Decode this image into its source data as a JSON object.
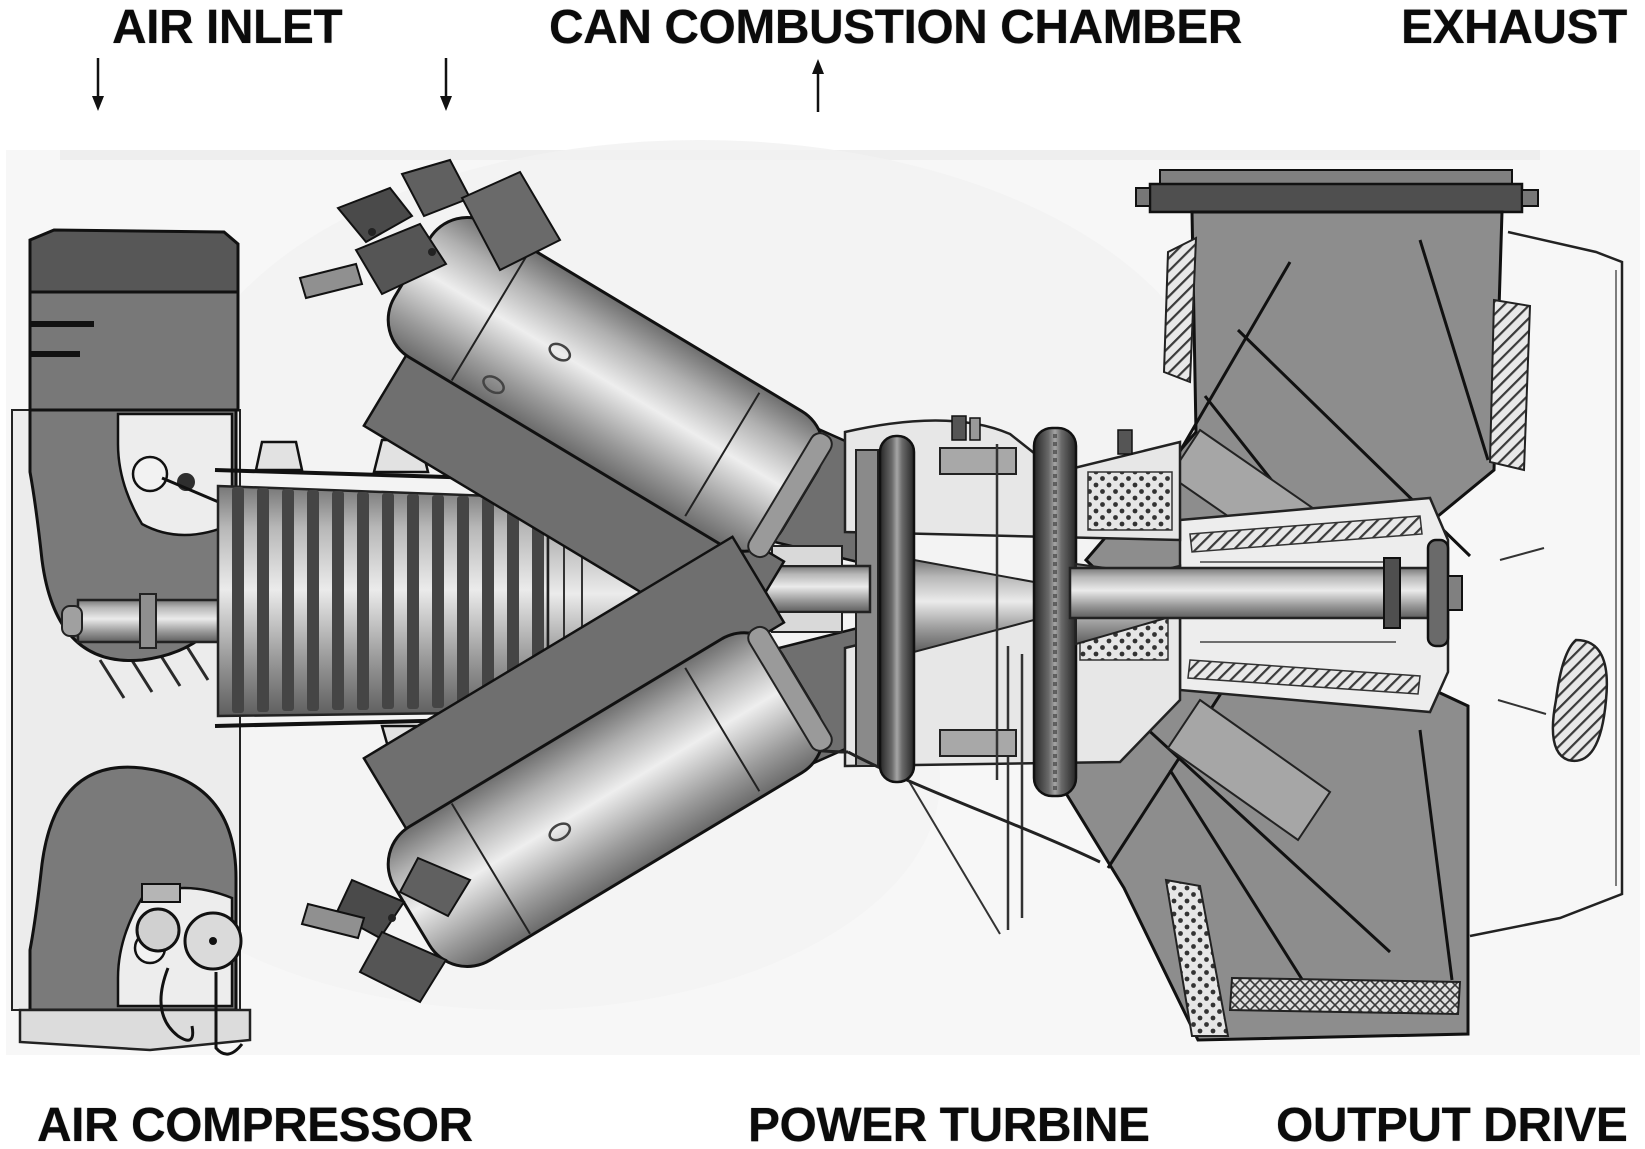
{
  "figure": {
    "kind": "technical cutaway diagram",
    "subject": "Gas turbine engine cross-section"
  },
  "labels": {
    "air_inlet": "AIR INLET",
    "can_combustion_chamber": "CAN COMBUSTION CHAMBER",
    "exhaust": "EXHAUST",
    "air_compressor": "AIR COMPRESSOR",
    "power_turbine": "POWER TURBINE",
    "output_drive": "OUTPUT DRIVE"
  },
  "arrows": [
    {
      "name": "air-inlet-flow-arrow",
      "direction": "down",
      "glyph": "↓"
    },
    {
      "name": "compressor-inlet-flow-arrow",
      "direction": "down",
      "glyph": "↓"
    },
    {
      "name": "combustion-chamber-pointer-arrow",
      "direction": "up",
      "glyph": "↑"
    }
  ],
  "colors": {
    "background": "#ffffff",
    "label_text": "#0b0b0b",
    "outline": "#1b1b1b",
    "inlet_dark_gray": "#575757",
    "duct_gray": "#7a7a7a",
    "exhaust_gray": "#8d8d8d",
    "light_casing": "#e9e9e9",
    "metal_highlight": "#efefef",
    "metal_shadow": "#5e5e5e"
  }
}
